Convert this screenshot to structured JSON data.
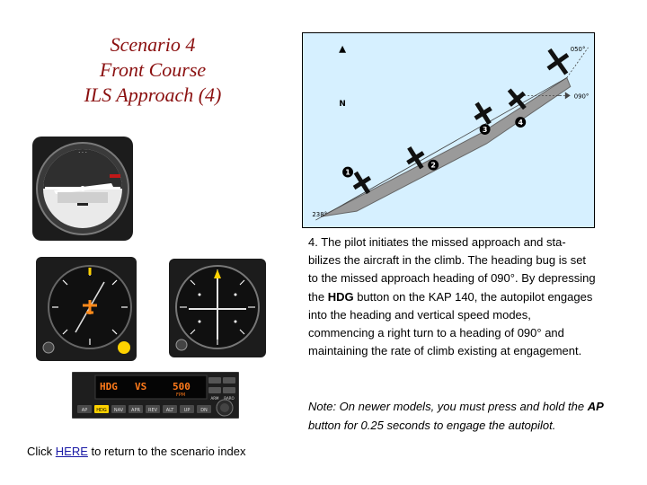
{
  "title": {
    "line1": "Scenario 4",
    "line2": "Front Course",
    "line3": "ILS Approach (4)"
  },
  "diagram": {
    "north_label": "N",
    "course_label_top": "050°",
    "heading_label": "090°",
    "course_label_bottom": "238°",
    "steps": [
      "1",
      "2",
      "3",
      "4"
    ]
  },
  "description": {
    "part1": "4. The pilot initiates the missed approach and sta-bilizes the aircraft in the climb. The heading bug is set to the missed approach heading of 090°. By depressing the ",
    "bold": "HDG",
    "part2": " button on the KAP 140, the autopilot engages into the heading and vertical speed modes, commencing a right turn to a heading of 090° and maintaining the rate of climb existing at engagement."
  },
  "note": {
    "part1": "Note: On newer models, you must press and hold the ",
    "bold": "AP",
    "part2": " button for 0.25 seconds to engage the autopilot."
  },
  "footer": {
    "prefix": "Click ",
    "link": "HERE",
    "suffix": " to return to the scenario index"
  },
  "autopilot": {
    "mode_left": "HDG",
    "mode_right": "VS",
    "vs_value": "500",
    "vs_unit": "FPM",
    "buttons": [
      "AP",
      "HDG",
      "NAV",
      "APR",
      "REV",
      "ALT",
      "UP",
      "DN",
      "ARM",
      "BARO"
    ]
  },
  "colors": {
    "title": "#8b1010",
    "diagram_bg": "#d6f0ff",
    "display_text": "#ff7a1a",
    "link": "#1a1aa6"
  }
}
